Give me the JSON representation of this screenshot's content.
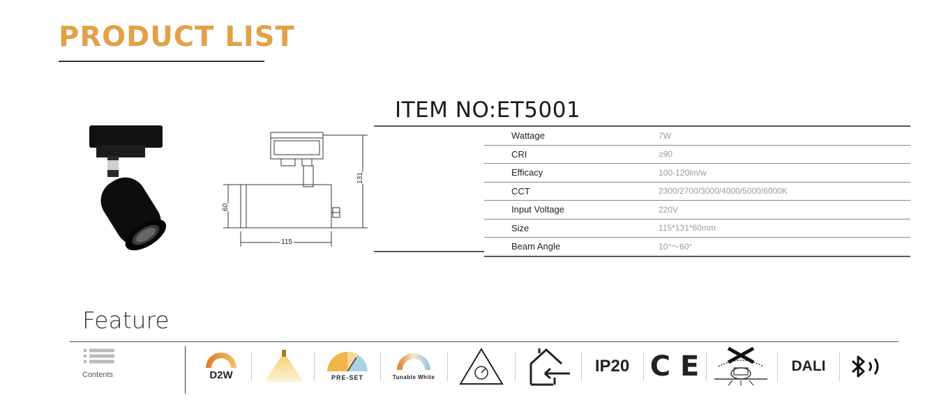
{
  "header": {
    "title": "PRODUCT LIST"
  },
  "item": {
    "number_label": "ITEM NO:ET5001"
  },
  "drawing": {
    "width_dim": "115",
    "height_dim": "131",
    "diameter_dim": "60"
  },
  "specs": [
    {
      "label": "Wattage",
      "value": "7W"
    },
    {
      "label": "CRI",
      "value": "≥90"
    },
    {
      "label": "Efficacy",
      "value": "100-120lm/w"
    },
    {
      "label": "CCT",
      "value": "2300/2700/3000/4000/5000/6000K"
    },
    {
      "label": "Input Voltage",
      "value": "220V"
    },
    {
      "label": "Size",
      "value": "115*131*60mm"
    },
    {
      "label": "Beam Angle",
      "value": "10°～60°"
    }
  ],
  "feature": {
    "title": "Feature",
    "contents_label": "Contents",
    "icons": [
      {
        "name": "d2w-icon",
        "label": "D2W"
      },
      {
        "name": "lamp-icon",
        "label": ""
      },
      {
        "name": "pre-set-icon",
        "label": "PRE-SET"
      },
      {
        "name": "tunable-white-icon",
        "label": "Tunable White"
      },
      {
        "name": "dimmer-triangle-icon",
        "label": ""
      },
      {
        "name": "home-return-icon",
        "label": ""
      },
      {
        "name": "ip20-icon",
        "label": "IP20"
      },
      {
        "name": "ce-icon",
        "label": "C E"
      },
      {
        "name": "no-insulation-cover-icon",
        "label": ""
      },
      {
        "name": "dali-icon",
        "label": "DALI"
      },
      {
        "name": "bluetooth-icon",
        "label": ""
      }
    ]
  },
  "colors": {
    "accent": "#e4a048",
    "warm": "#e89a3c",
    "cool": "#a8cfe0"
  }
}
